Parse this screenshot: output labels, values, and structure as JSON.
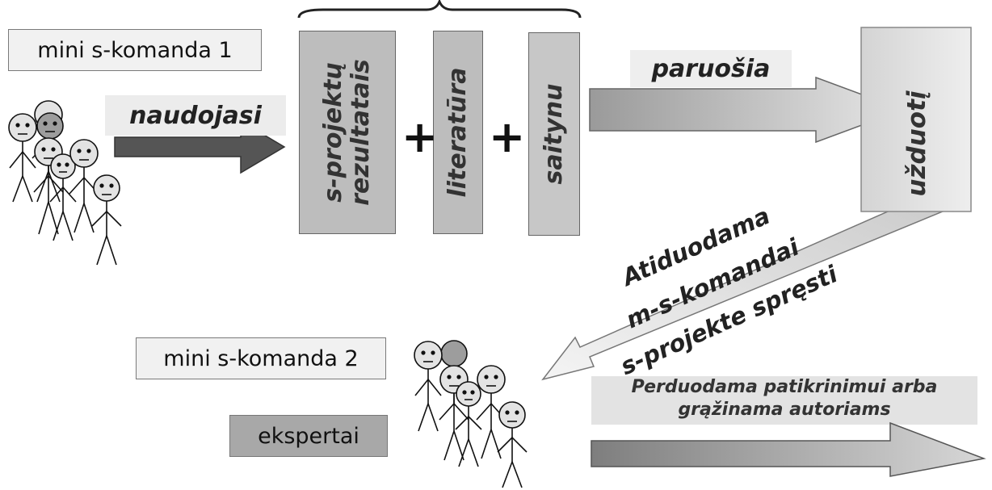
{
  "team1": {
    "label": "mini s-komanda 1"
  },
  "team2": {
    "label": "mini s-komanda 2"
  },
  "experts": {
    "label": "ekspertai"
  },
  "arrows": {
    "uses": "naudojasi",
    "prepares": "paruošia",
    "handed_lines": [
      "Atiduodama",
      "m-s-komandai",
      "s-projekte spręsti"
    ],
    "forward_lines": [
      "Perduodama patikrinimui arba",
      "grąžinama autoriams"
    ]
  },
  "resources": {
    "results_lines": [
      "s-projektų",
      "rezultatais"
    ],
    "literature": "literatūra",
    "links": "saitynu",
    "plus": "+"
  },
  "task": {
    "label": "užduotį"
  }
}
